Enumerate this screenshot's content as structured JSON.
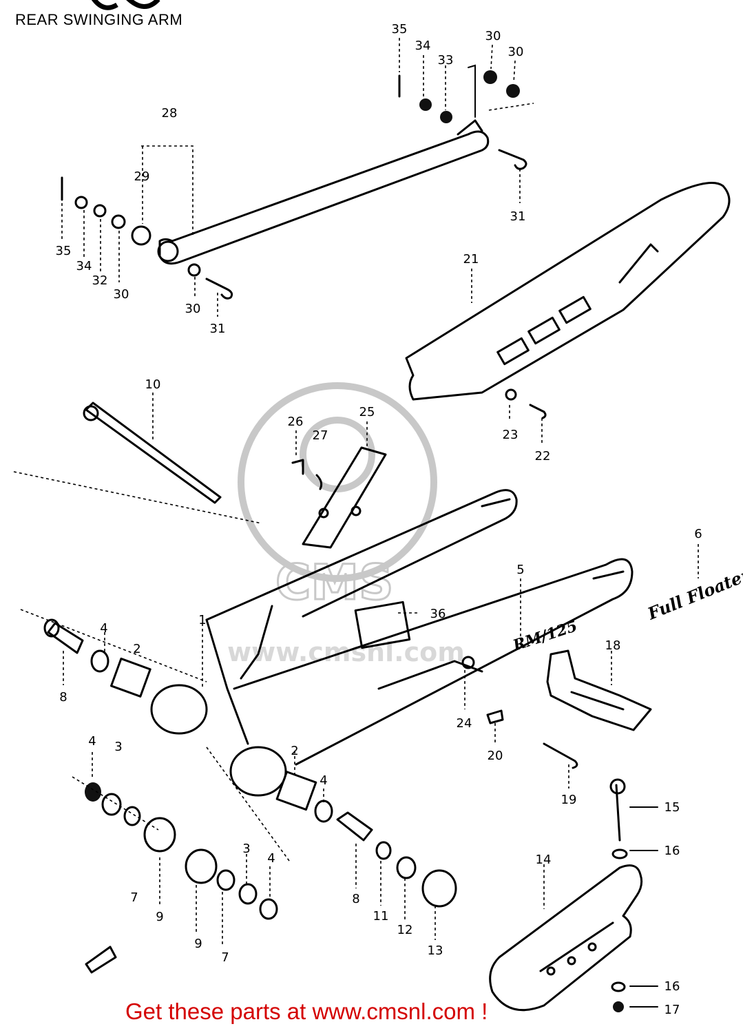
{
  "page": {
    "title": "REAR SWINGING ARM",
    "footer": "Get these parts at www.cmsnl.com !",
    "watermark": "CMS",
    "watermark_url": "www.cmsnl.com",
    "decal_5": "RM/125",
    "decal_6": "Full Floater"
  },
  "colors": {
    "ink": "#000000",
    "footer": "#d40000",
    "watermark": "#c8c8c8"
  },
  "callouts": [
    {
      "id": "c35a",
      "text": "35"
    },
    {
      "id": "c34a",
      "text": "34"
    },
    {
      "id": "c33",
      "text": "33"
    },
    {
      "id": "c30a",
      "text": "30"
    },
    {
      "id": "c30b",
      "text": "30"
    },
    {
      "id": "c28",
      "text": "28"
    },
    {
      "id": "c29",
      "text": "29"
    },
    {
      "id": "c31a",
      "text": "31"
    },
    {
      "id": "c35b",
      "text": "35"
    },
    {
      "id": "c34b",
      "text": "34"
    },
    {
      "id": "c32",
      "text": "32"
    },
    {
      "id": "c30c",
      "text": "30"
    },
    {
      "id": "c30d",
      "text": "30"
    },
    {
      "id": "c31b",
      "text": "31"
    },
    {
      "id": "c21",
      "text": "21"
    },
    {
      "id": "c10",
      "text": "10"
    },
    {
      "id": "c26",
      "text": "26"
    },
    {
      "id": "c27",
      "text": "27"
    },
    {
      "id": "c25",
      "text": "25"
    },
    {
      "id": "c23",
      "text": "23"
    },
    {
      "id": "c22",
      "text": "22"
    },
    {
      "id": "c6",
      "text": "6"
    },
    {
      "id": "c5",
      "text": "5"
    },
    {
      "id": "c36",
      "text": "36"
    },
    {
      "id": "c18",
      "text": "18"
    },
    {
      "id": "c1",
      "text": "1"
    },
    {
      "id": "c4a",
      "text": "4"
    },
    {
      "id": "c2a",
      "text": "2"
    },
    {
      "id": "c8a",
      "text": "8"
    },
    {
      "id": "c24",
      "text": "24"
    },
    {
      "id": "c20",
      "text": "20"
    },
    {
      "id": "c19",
      "text": "19"
    },
    {
      "id": "c4b",
      "text": "4"
    },
    {
      "id": "c3a",
      "text": "3"
    },
    {
      "id": "c2b",
      "text": "2"
    },
    {
      "id": "c4c",
      "text": "4"
    },
    {
      "id": "c15",
      "text": "15"
    },
    {
      "id": "c16a",
      "text": "16"
    },
    {
      "id": "c14",
      "text": "14"
    },
    {
      "id": "c7a",
      "text": "7"
    },
    {
      "id": "c9a",
      "text": "9"
    },
    {
      "id": "c3b",
      "text": "3"
    },
    {
      "id": "c4d",
      "text": "4"
    },
    {
      "id": "c8b",
      "text": "8"
    },
    {
      "id": "c11",
      "text": "11"
    },
    {
      "id": "c12",
      "text": "12"
    },
    {
      "id": "c13",
      "text": "13"
    },
    {
      "id": "c9b",
      "text": "9"
    },
    {
      "id": "c7b",
      "text": "7"
    },
    {
      "id": "c16b",
      "text": "16"
    },
    {
      "id": "c17",
      "text": "17"
    }
  ]
}
